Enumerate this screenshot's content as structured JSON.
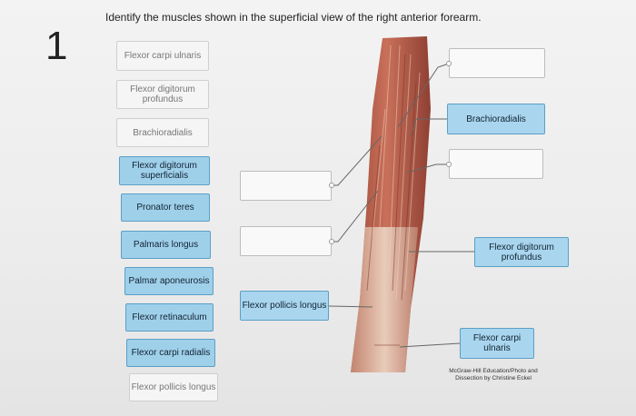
{
  "question": {
    "number": "1",
    "prompt": "Identify the muscles shown in the superficial view of the right anterior forearm."
  },
  "word_bank": [
    {
      "label": "Flexor carpi ulnaris",
      "state": "used"
    },
    {
      "label": "Flexor digitorum profundus",
      "state": "used"
    },
    {
      "label": "Brachioradialis",
      "state": "used"
    },
    {
      "label": "Flexor digitorum superficialis",
      "state": "available"
    },
    {
      "label": "Pronator teres",
      "state": "available"
    },
    {
      "label": "Palmaris longus",
      "state": "available"
    },
    {
      "label": "Palmar aponeurosis",
      "state": "available"
    },
    {
      "label": "Flexor retinaculum",
      "state": "available"
    },
    {
      "label": "Flexor carpi radialis",
      "state": "available"
    },
    {
      "label": "Flexor pollicis longus",
      "state": "used"
    }
  ],
  "drop_zones": [
    {
      "id": "top-right",
      "answer": ""
    },
    {
      "id": "right-2",
      "answer": "Brachioradialis"
    },
    {
      "id": "right-3",
      "answer": ""
    },
    {
      "id": "left-1",
      "answer": ""
    },
    {
      "id": "left-2",
      "answer": ""
    },
    {
      "id": "right-4",
      "answer": "Flexor digitorum profundus"
    },
    {
      "id": "left-3",
      "answer": "Flexor pollicis longus"
    },
    {
      "id": "right-5",
      "answer": "Flexor carpi ulnaris"
    }
  ],
  "credit": "McGraw-Hill Education/Photo and Dissection by Christine Eckel",
  "colors": {
    "bank_blue": "#9fd0ea",
    "bank_blue_border": "#5c9fc6",
    "muscle": "#b85c4a",
    "tendon": "#e8d6c6"
  }
}
